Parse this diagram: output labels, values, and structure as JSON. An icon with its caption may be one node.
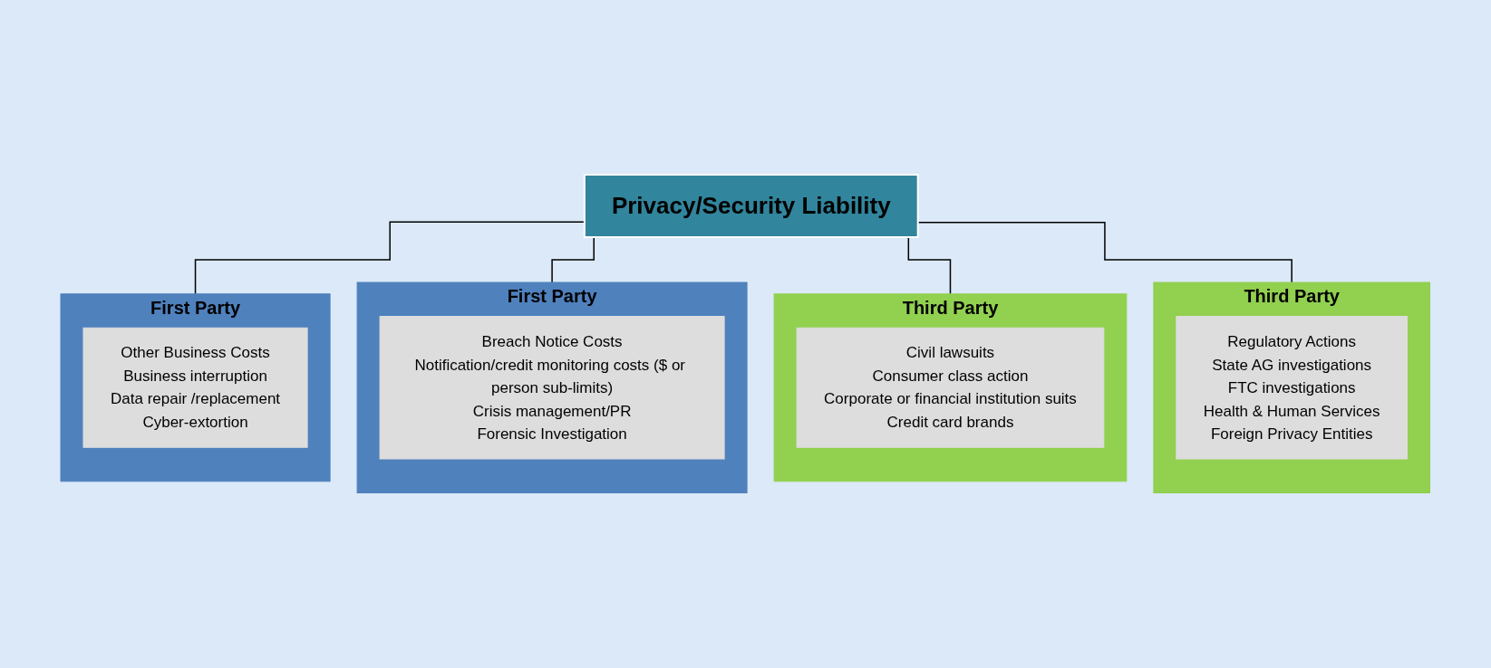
{
  "diagram": {
    "nodes": [
      {
        "text": [
          "Privacy/Security Liability"
        ]
      },
      {
        "text": [
          "First Party"
        ]
      },
      {
        "text": [
          "Other Business Costs",
          "Business interruption",
          "Data repair /replacement",
          "Cyber-extortion"
        ],
        "in": 1
      },
      {
        "text": [
          "First Party"
        ]
      },
      {
        "text": [
          "Breach Notice Costs",
          "Notification/credit monitoring costs ($ or person sub-limits)",
          "Crisis management/PR",
          "Forensic Investigation"
        ],
        "in": 3
      },
      {
        "text": [
          "Third Party"
        ]
      },
      {
        "text": [
          "Civil lawsuits",
          "Consumer class action",
          "Corporate or financial institution suits",
          "Credit card brands"
        ],
        "in": 5
      },
      {
        "text": [
          "Third Party"
        ]
      },
      {
        "text": [
          "Regulatory Actions",
          "State AG investigations",
          "FTC investigations",
          "Health & Human Services",
          "Foreign Privacy Entities"
        ],
        "in": 7
      }
    ],
    "edges": [
      {
        "from": 0,
        "to": 1,
        "arrow": "none"
      },
      {
        "from": 0,
        "to": 3,
        "arrow": "none"
      },
      {
        "from": 0,
        "to": 5,
        "arrow": "none"
      },
      {
        "from": 0,
        "to": 7,
        "arrow": "none"
      }
    ]
  }
}
